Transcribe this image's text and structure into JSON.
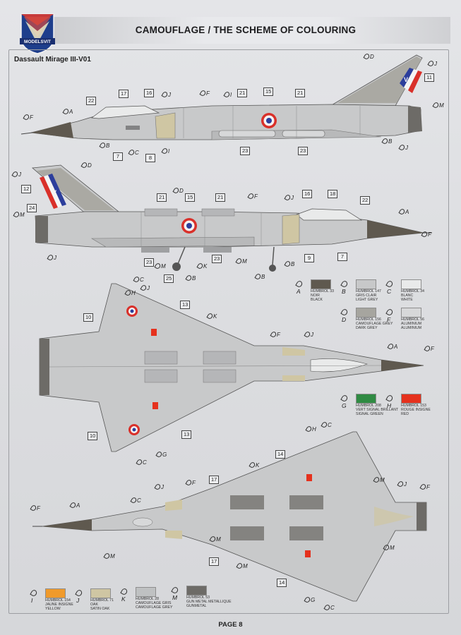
{
  "header": {
    "title": "CAMOUFLAGE / THE SCHEME OF COLOURING",
    "logo_text": "MODELSVIT"
  },
  "subtitle": "Dassault Mirage III-V01",
  "footer": {
    "page": "PAGE 8"
  },
  "aircraft_markings": {
    "tail_code": "V"
  },
  "colors": {
    "A": "#5f594f",
    "B": "#c7c8c9",
    "C": "#e9eaea",
    "D": "#a6a59f",
    "F": "#d7d8d9",
    "G": "#2f8b43",
    "H": "#e5311d",
    "I": "#f09a2b",
    "J": "#cfc6a3",
    "K": "#bfc1c2",
    "M": "#6d6b67"
  },
  "legend_top": [
    {
      "letter": "A",
      "lines": [
        "HUMBROL 33",
        "NOIR",
        "BLACK"
      ]
    },
    {
      "letter": "B",
      "lines": [
        "HUMBROL 147",
        "GRIS CLAIR",
        "LIGHT GREY"
      ]
    },
    {
      "letter": "C",
      "lines": [
        "HUMBROL 34",
        "BLANC",
        "WHITE"
      ]
    },
    {
      "letter": "D",
      "lines": [
        "HUMBROL 156",
        "CAMOUFLAGE GREY",
        "DARK GREY"
      ]
    },
    {
      "letter": "F",
      "lines": [
        "HUMBROL 56",
        "ALUMINIUM",
        "ALUMINIUM"
      ]
    },
    {
      "letter": "G",
      "lines": [
        "HUMBROL 208",
        "VERT SIGNAL BRILLANT",
        "SIGNAL GREEN"
      ]
    },
    {
      "letter": "H",
      "lines": [
        "HUMBROL 153",
        "ROUGE INSIGNE",
        "RED"
      ]
    }
  ],
  "legend_bottom": [
    {
      "letter": "I",
      "lines": [
        "HUMBROL 154",
        "JAUNE INSIGNE",
        "YELLOW"
      ]
    },
    {
      "letter": "J",
      "lines": [
        "HUMBROL 71",
        "OAK",
        "SATIN OAK"
      ]
    },
    {
      "letter": "K",
      "lines": [
        "HUMBROL 28",
        "CAMOUFLAGE GRIS",
        "CAMOUFLAGE GREY"
      ]
    },
    {
      "letter": "M",
      "lines": [
        "HUMBROL 53",
        "GUN METAL METALLIQUE",
        "GUNMETAL"
      ]
    }
  ],
  "callouts": {
    "n7": "7",
    "n8": "8",
    "n9": "9",
    "n10": "10",
    "n11": "11",
    "n12": "12",
    "n13": "13",
    "n14": "14",
    "n15": "15",
    "n16": "16",
    "n17": "17",
    "n18": "18",
    "n21": "21",
    "n22": "22",
    "n23": "23",
    "n24": "24",
    "n25": "25",
    "A": "A",
    "B": "B",
    "C": "C",
    "D": "D",
    "F": "F",
    "G": "G",
    "H": "H",
    "I": "I",
    "J": "J",
    "K": "K",
    "M": "M"
  }
}
